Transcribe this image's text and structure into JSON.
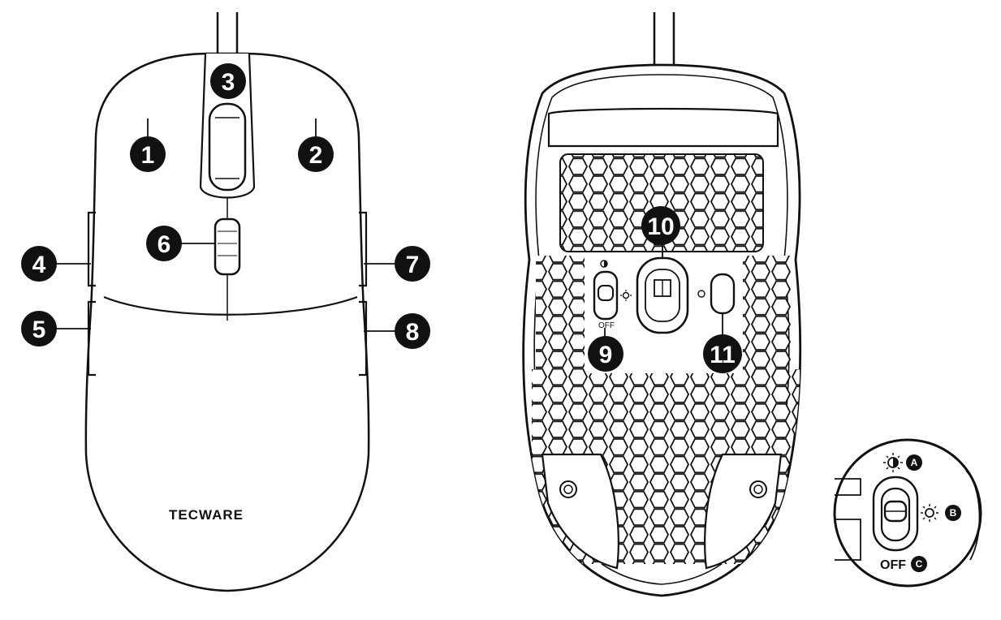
{
  "front_view": {
    "brand": "TECWARE",
    "callouts": [
      "1",
      "2",
      "3",
      "4",
      "5",
      "6",
      "7",
      "8"
    ]
  },
  "bottom_view": {
    "callouts": [
      "9",
      "10",
      "11"
    ],
    "switch_off_label": "OFF"
  },
  "switch_detail": {
    "labels": [
      "A",
      "B",
      "C"
    ],
    "off_label": "OFF"
  },
  "colors": {
    "ink": "#111111",
    "paper": "#ffffff"
  },
  "icons": [
    "brightness-half-icon",
    "brightness-full-icon",
    "dpi-icon"
  ]
}
